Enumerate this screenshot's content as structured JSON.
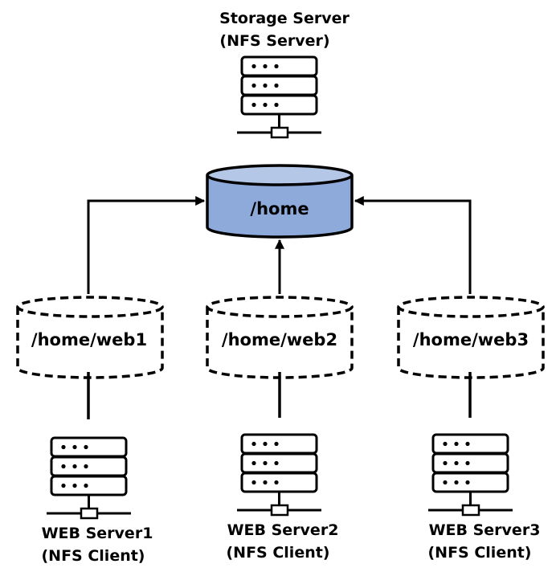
{
  "storage": {
    "title": "Storage Server",
    "subtitle": "(NFS Server)",
    "icon": "server-rack-icon"
  },
  "export": {
    "label": "/home",
    "fill": "#8eaadb",
    "top_fill": "#b4c7e7"
  },
  "clients": [
    {
      "mount": "/home/web1",
      "title": "WEB Server1",
      "subtitle": "(NFS Client)"
    },
    {
      "mount": "/home/web2",
      "title": "WEB Server2",
      "subtitle": "(NFS Client)"
    },
    {
      "mount": "/home/web3",
      "title": "WEB Server3",
      "subtitle": "(NFS Client)"
    }
  ]
}
